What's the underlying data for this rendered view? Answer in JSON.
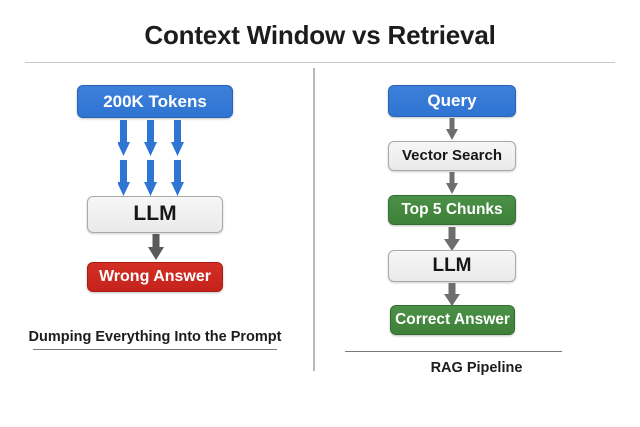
{
  "header": {
    "title": "Context Window vs Retrieval"
  },
  "left_column": {
    "caption": "Dumping Everything Into the Prompt",
    "nodes": [
      {
        "label": "200K Tokens",
        "style": "blue"
      },
      {
        "label": "LLM",
        "style": "gray"
      },
      {
        "label": "Wrong Answer",
        "style": "red"
      }
    ],
    "arrow_group": {
      "name": "multi-arrow-flood",
      "columns": 3,
      "rows": 2,
      "color": "#2e75d4"
    },
    "arrow_single_color": "#5a5a5a"
  },
  "right_column": {
    "caption": "RAG Pipeline",
    "nodes": [
      {
        "label": "Query",
        "style": "blue"
      },
      {
        "label": "Vector Search",
        "style": "gray"
      },
      {
        "label": "Top 5 Chunks",
        "style": "green"
      },
      {
        "label": "LLM",
        "style": "gray"
      },
      {
        "label": "Correct Answer",
        "style": "green"
      }
    ],
    "arrow_color": "#6e6e6e"
  },
  "colors": {
    "blue": "#2f74d2",
    "green": "#3e8039",
    "red": "#c4231b",
    "gray_box": "#eeeeee",
    "arrow_blue": "#2e75d4",
    "arrow_gray": "#5a5a5a",
    "divider": "#b9b9b9",
    "background": "#ffffff",
    "text_dark": "#1c1c1c"
  }
}
